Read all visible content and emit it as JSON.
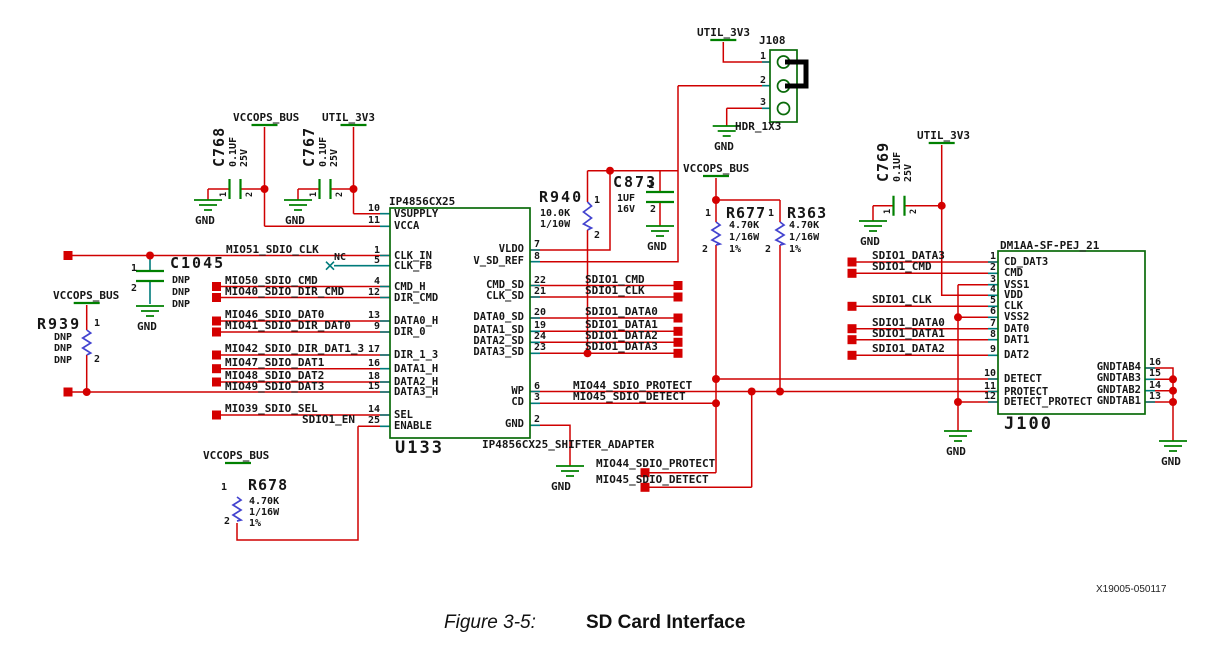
{
  "figure": {
    "label": "Figure 3-5:",
    "title": "SD Card Interface",
    "doc_number": "X19005-050117"
  },
  "power": {
    "vccops_bus": "VCCOPS_BUS",
    "util_3v3": "UTIL_3V3",
    "gnd": "GND"
  },
  "nets": {
    "mio51_sdio_clk": "MIO51_SDIO_CLK",
    "mio50_sdio_cmd": "MIO50_SDIO_CMD",
    "mio40_sdio_dir_cmd": "MIO40_SDIO_DIR_CMD",
    "mio46_sdio_dat0": "MIO46_SDIO_DAT0",
    "mio41_sdio_dir_dat0": "MIO41_SDIO_DIR_DAT0",
    "mio42_sdio_dir_dat1_3": "MIO42_SDIO_DIR_DAT1_3",
    "mio47_sdio_dat1": "MIO47_SDIO_DAT1",
    "mio48_sdio_dat2": "MIO48_SDIO_DAT2",
    "mio49_sdio_dat3": "MIO49_SDIO_DAT3",
    "mio39_sdio_sel": "MIO39_SDIO_SEL",
    "sdio1_en": "SDIO1_EN",
    "nc": "NC",
    "sdio1_cmd": "SDIO1_CMD",
    "sdio1_clk": "SDIO1_CLK",
    "sdio1_data0": "SDIO1_DATA0",
    "sdio1_data1": "SDIO1_DATA1",
    "sdio1_data2": "SDIO1_DATA2",
    "sdio1_data3": "SDIO1_DATA3",
    "mio44_sdio_protect": "MIO44_SDIO_PROTECT",
    "mio45_sdio_detect": "MIO45_SDIO_DETECT"
  },
  "components": {
    "c768": {
      "ref": "C768",
      "value": "0.1UF",
      "voltage": "25V",
      "pin1": "1",
      "pin2": "2"
    },
    "c767": {
      "ref": "C767",
      "value": "0.1UF",
      "voltage": "25V",
      "pin1": "1",
      "pin2": "2"
    },
    "c769": {
      "ref": "C769",
      "value": "0.1UF",
      "voltage": "25V",
      "pin1": "1",
      "pin2": "2"
    },
    "c873": {
      "ref": "C873",
      "value": "1UF",
      "voltage": "16V",
      "pin1": "1",
      "pin2": "2"
    },
    "c1045": {
      "ref": "C1045",
      "dnp": "DNP",
      "pin1": "1",
      "pin2": "2"
    },
    "r939": {
      "ref": "R939",
      "dnp": "DNP",
      "pin1": "1",
      "pin2": "2"
    },
    "r940": {
      "ref": "R940",
      "value": "10.0K",
      "rating": "1/10W",
      "pin1": "1",
      "pin2": "2"
    },
    "r677": {
      "ref": "R677",
      "value": "4.70K",
      "rating": "1/16W",
      "tolerance": "1%",
      "pin1": "1",
      "pin2": "2"
    },
    "r363": {
      "ref": "R363",
      "value": "4.70K",
      "rating": "1/16W",
      "tolerance": "1%",
      "pin1": "1",
      "pin2": "2"
    },
    "r678": {
      "ref": "R678",
      "value": "4.70K",
      "rating": "1/16W",
      "tolerance": "1%",
      "pin1": "1",
      "pin2": "2"
    },
    "j108": {
      "ref": "J108",
      "part": "HDR_1X3",
      "pins": [
        "1",
        "2",
        "3"
      ]
    },
    "u133": {
      "ref": "U133",
      "part": "IP4856CX25",
      "part_full": "IP4856CX25_SHIFTER_ADAPTER",
      "left_pins": [
        {
          "num": "10",
          "name": "VSUPPLY"
        },
        {
          "num": "11",
          "name": "VCCA"
        },
        {
          "num": "1",
          "name": "CLK_IN"
        },
        {
          "num": "5",
          "name": "CLK_FB"
        },
        {
          "num": "4",
          "name": "CMD_H"
        },
        {
          "num": "12",
          "name": "DIR_CMD"
        },
        {
          "num": "13",
          "name": "DATA0_H"
        },
        {
          "num": "9",
          "name": "DIR_0"
        },
        {
          "num": "17",
          "name": "DIR_1_3"
        },
        {
          "num": "16",
          "name": "DATA1_H"
        },
        {
          "num": "18",
          "name": "DATA2_H"
        },
        {
          "num": "15",
          "name": "DATA3_H"
        },
        {
          "num": "14",
          "name": "SEL"
        },
        {
          "num": "25",
          "name": "ENABLE"
        }
      ],
      "right_pins": [
        {
          "num": "7",
          "name": "VLDO"
        },
        {
          "num": "8",
          "name": "V_SD_REF"
        },
        {
          "num": "22",
          "name": "CMD_SD"
        },
        {
          "num": "21",
          "name": "CLK_SD"
        },
        {
          "num": "20",
          "name": "DATA0_SD"
        },
        {
          "num": "19",
          "name": "DATA1_SD"
        },
        {
          "num": "24",
          "name": "DATA2_SD"
        },
        {
          "num": "23",
          "name": "DATA3_SD"
        },
        {
          "num": "6",
          "name": "WP"
        },
        {
          "num": "3",
          "name": "CD"
        },
        {
          "num": "2",
          "name": "GND"
        }
      ]
    },
    "j100": {
      "ref": "J100",
      "part": "DM1AA-SF-PEJ_21",
      "left_pins": [
        {
          "num": "1",
          "name": "CD_DAT3"
        },
        {
          "num": "2",
          "name": "CMD"
        },
        {
          "num": "3",
          "name": "VSS1"
        },
        {
          "num": "4",
          "name": "VDD"
        },
        {
          "num": "5",
          "name": "CLK"
        },
        {
          "num": "6",
          "name": "VSS2"
        },
        {
          "num": "7",
          "name": "DAT0"
        },
        {
          "num": "8",
          "name": "DAT1"
        },
        {
          "num": "9",
          "name": "DAT2"
        },
        {
          "num": "10",
          "name": "DETECT"
        },
        {
          "num": "11",
          "name": "PROTECT"
        },
        {
          "num": "12",
          "name": "DETECT_PROTECT"
        }
      ],
      "right_pins": [
        {
          "num": "16",
          "name": "GNDTAB4"
        },
        {
          "num": "15",
          "name": "GNDTAB3"
        },
        {
          "num": "14",
          "name": "GNDTAB2"
        },
        {
          "num": "13",
          "name": "GNDTAB1"
        }
      ]
    }
  },
  "colors": {
    "wire": "#cf0000",
    "stub": "#007b7b",
    "symbol": "#008000",
    "resistor": "#4343cf",
    "terminal": "#d40000"
  }
}
